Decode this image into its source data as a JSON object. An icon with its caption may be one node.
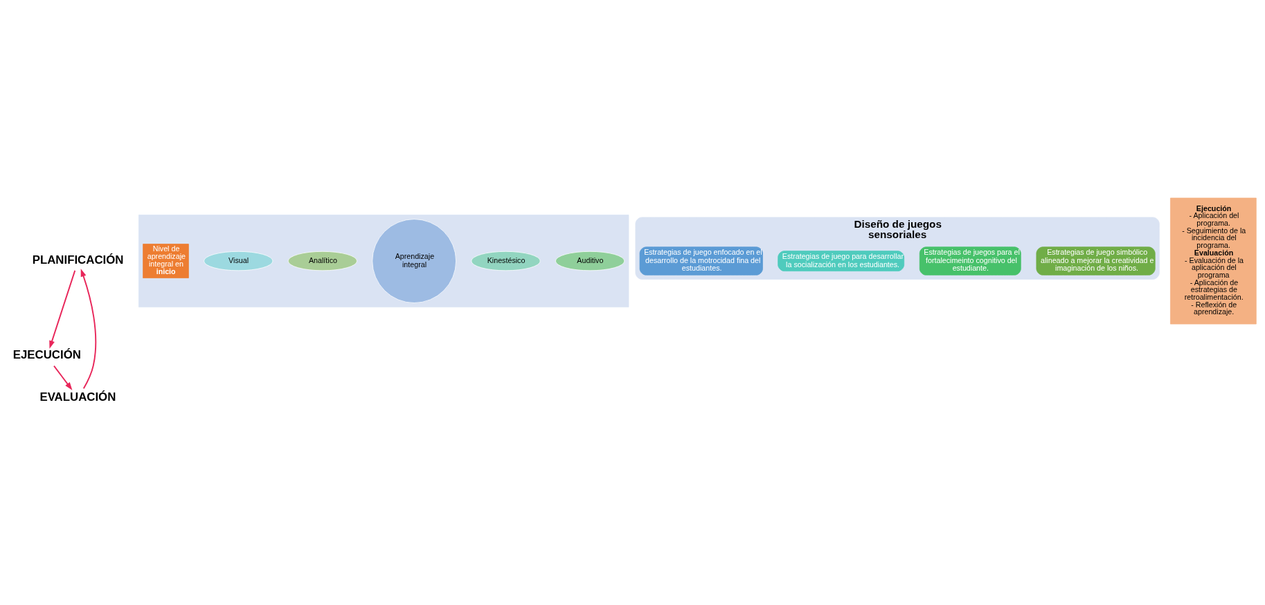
{
  "diagram": {
    "nodes": [
      {
        "text": [
          "PLANIFICACIÓN"
        ]
      },
      {
        "text": [
          "EJECUCIÓN"
        ]
      },
      {
        "text": [
          "EVALUACIÓN"
        ]
      },
      {
        "text": [],
        "shape": "box"
      },
      {
        "text": [
          "Nivel de aprendizaje integral en **inicio**"
        ],
        "in": 3
      },
      {
        "text": [
          "Visual"
        ],
        "in": 3
      },
      {
        "text": [
          "Analítico"
        ],
        "in": 3
      },
      {
        "text": [
          "Aprendizaje integral"
        ],
        "in": 3
      },
      {
        "text": [
          "Kinestésico"
        ],
        "in": 3
      },
      {
        "text": [
          "Auditivo"
        ],
        "in": 3
      },
      {
        "text": [
          "Diseño de juegos sensoriales"
        ]
      },
      {
        "text": [
          "Estrategias de juego enfocado en el desarrollo de la motrocidad fina del estudiantes."
        ],
        "in": 10
      },
      {
        "text": [
          "Estrategias de juego para desarrollar la socialización en los estudiantes."
        ],
        "in": 10
      },
      {
        "text": [
          "Estrategias de juegos para el fortalecimeinto cognitivo del estudiante."
        ],
        "in": 10
      },
      {
        "text": [
          "Estrategias de juego simbólico alineado a mejorar la creatividad e imaginación de los niños."
        ],
        "in": 10
      },
      {
        "text": [
          "Ejecución",
          "- Aplicación del programa.",
          "- Seguimiento de la incidencia del programa.",
          "Evaluación",
          "- Evaluación de la aplicación del programa",
          "- Aplicación de estrategias de retroalimentación.",
          "- Reflexión de aprendizaje."
        ]
      }
    ],
    "edges": [
      {
        "from": 0,
        "to": 1,
        "arrow": "to"
      },
      {
        "from": 1,
        "to": 2,
        "arrow": "to"
      },
      {
        "from": 2,
        "to": 0,
        "arrow": "to"
      }
    ]
  }
}
